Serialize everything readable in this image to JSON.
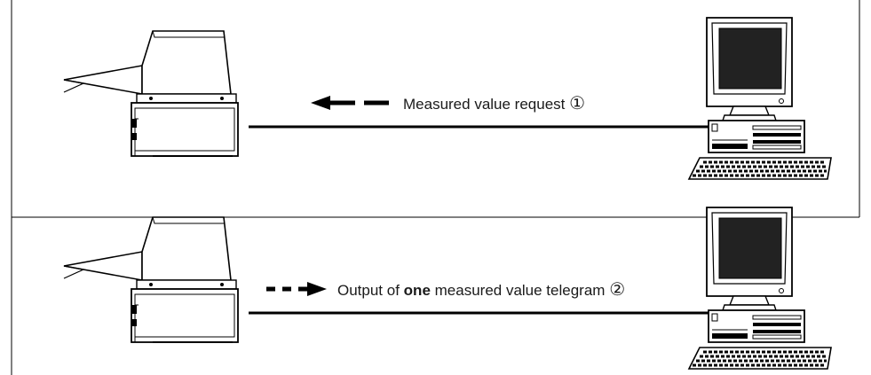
{
  "row1": {
    "label": "Measured value request",
    "marker": "①"
  },
  "row2": {
    "label_start": "Output of ",
    "label_bold": "one",
    "label_end": " measured value telegram",
    "marker": "②"
  },
  "icons": {
    "scanner": "laser-scanner-icon",
    "computer": "desktop-computer-icon"
  }
}
